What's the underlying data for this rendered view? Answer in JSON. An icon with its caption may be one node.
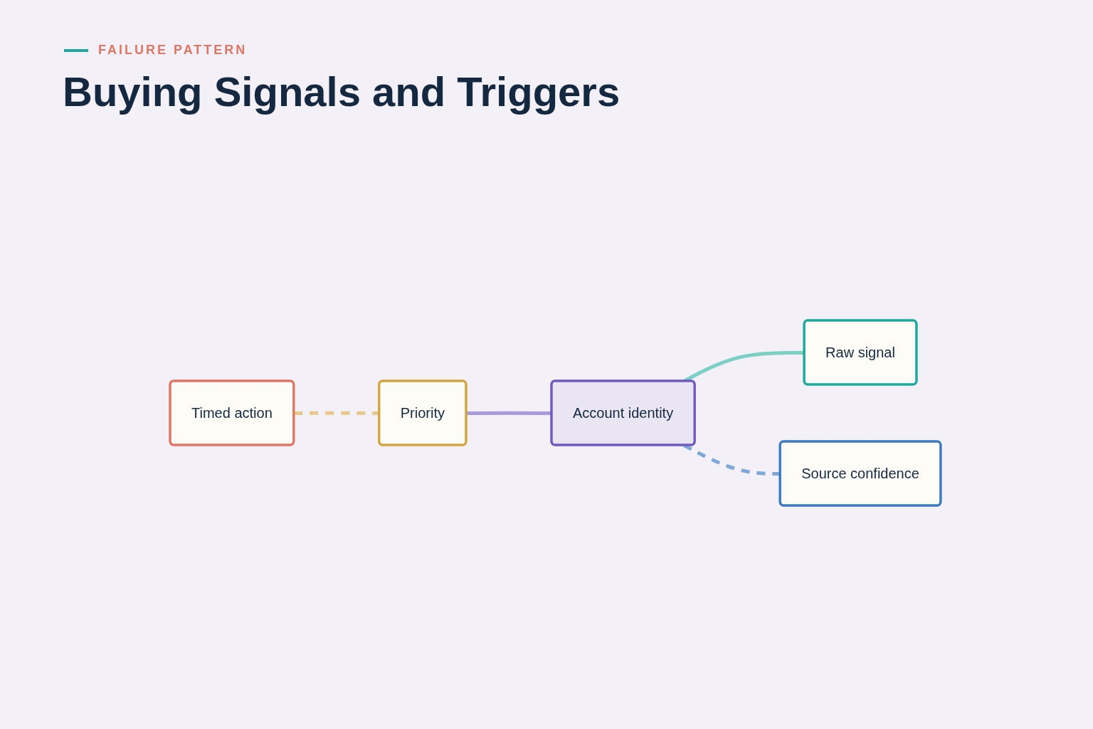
{
  "diagram": {
    "title": "Buying Signals and Triggers",
    "nodes": [
      {
        "text": [
          "Timed action"
        ]
      },
      {
        "text": [
          "Priority"
        ]
      },
      {
        "text": [
          "Account identity"
        ]
      },
      {
        "text": [
          "Raw signal"
        ]
      },
      {
        "text": [
          "Source confidence"
        ]
      }
    ],
    "edges": [
      {
        "from": 0,
        "to": 1,
        "arrow": "none",
        "style": "dashed",
        "color": "#e6c98a"
      },
      {
        "from": 1,
        "to": 2,
        "arrow": "none",
        "color": "#a898dc"
      },
      {
        "from": 2,
        "to": 3,
        "arrow": "none",
        "color": "#7ccfc4"
      },
      {
        "from": 2,
        "to": 4,
        "arrow": "none",
        "style": "dashed",
        "color": "#7fa8d8"
      }
    ],
    "labels": [
      "FAILURE PATTERN"
    ]
  }
}
